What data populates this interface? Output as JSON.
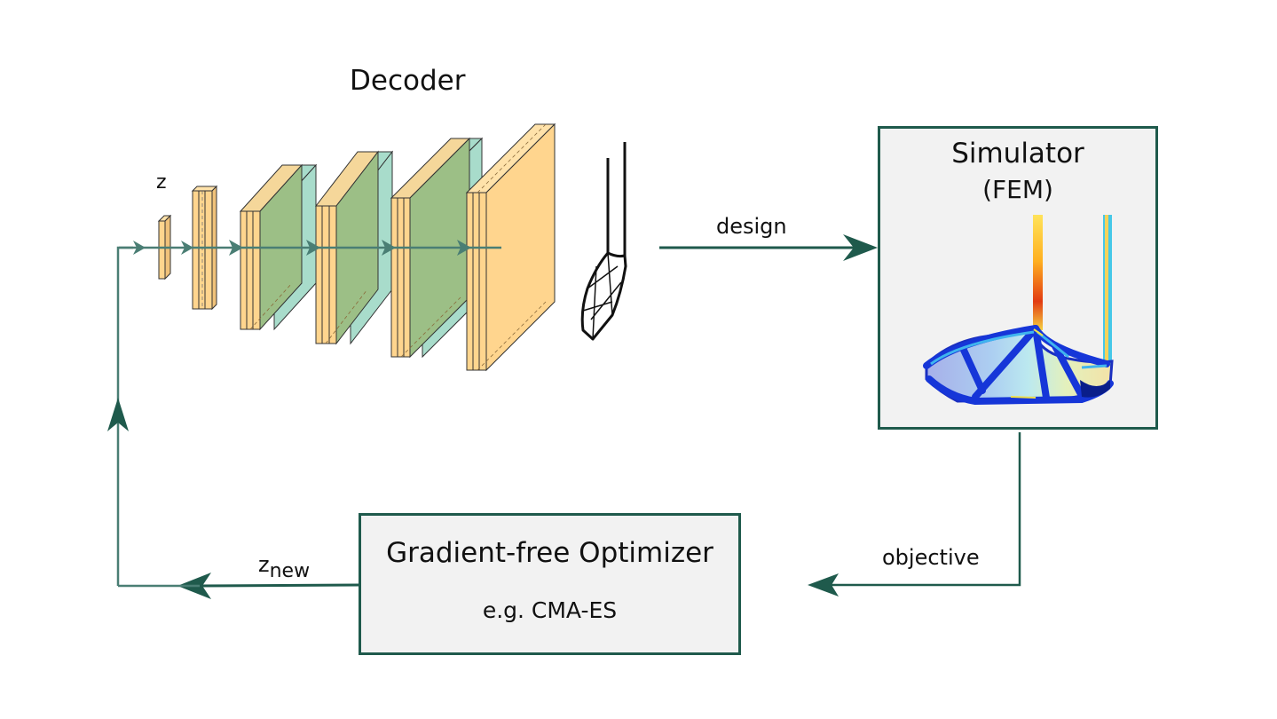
{
  "decoder": {
    "title": "Decoder",
    "input_label": "z"
  },
  "edges": {
    "design_label": "design",
    "objective_label": "objective",
    "znew_base": "z",
    "znew_sub": "new"
  },
  "simulator": {
    "title": "Simulator",
    "subtitle": "(FEM)"
  },
  "optimizer": {
    "title": "Gradient-free Optimizer",
    "subtitle": "e.g. CMA-ES"
  },
  "colors": {
    "arrow": "#1f5a4c",
    "layer_orange": "#ffd58e",
    "layer_green": "#a0c08a",
    "layer_teal": "#a8dccb",
    "box_fill": "#f2f2f2"
  }
}
